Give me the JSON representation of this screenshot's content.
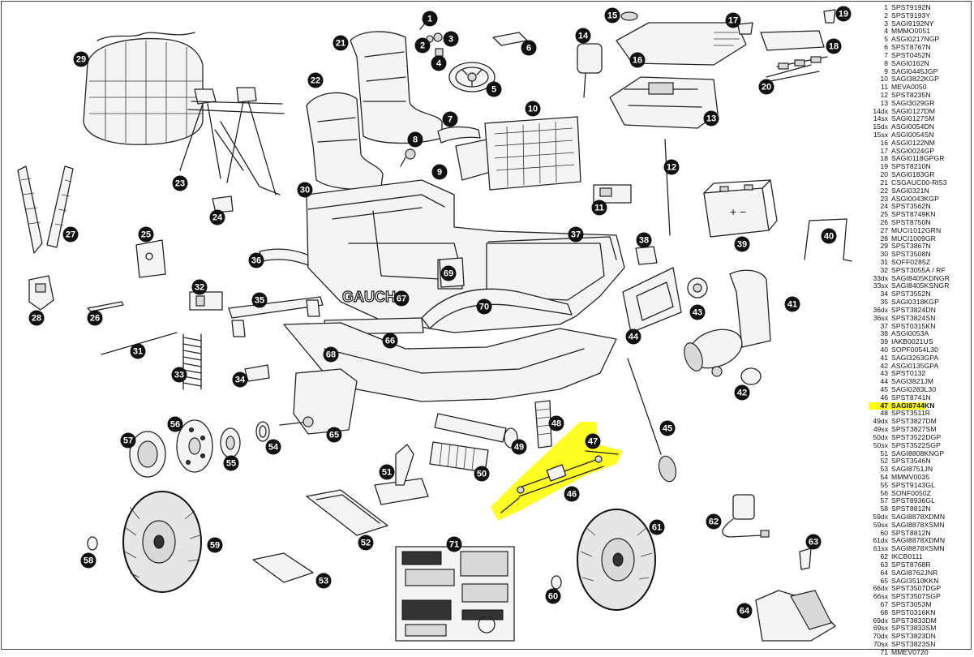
{
  "callouts": [
    "1",
    "2",
    "3",
    "4",
    "5",
    "6",
    "7",
    "8",
    "9",
    "10",
    "11",
    "12",
    "13",
    "14",
    "15",
    "16",
    "17",
    "18",
    "19",
    "20",
    "21",
    "22",
    "23",
    "24",
    "25",
    "26",
    "27",
    "28",
    "29",
    "30",
    "31",
    "32",
    "33",
    "34",
    "35",
    "36",
    "37",
    "38",
    "39",
    "40",
    "41",
    "42",
    "43",
    "44",
    "45",
    "46",
    "47",
    "48",
    "49",
    "50",
    "51",
    "52",
    "53",
    "54",
    "55",
    "56",
    "57",
    "58",
    "59",
    "60",
    "61",
    "62",
    "63",
    "64",
    "65",
    "66",
    "67",
    "68",
    "69",
    "70",
    "71"
  ],
  "highlight": {
    "item": "47",
    "color": "#ffff00"
  },
  "logo_text": "GAUCHO",
  "parts_list": [
    {
      "num": "1",
      "code": "SPST9192N"
    },
    {
      "num": "2",
      "code": "SPST9193Y"
    },
    {
      "num": "3",
      "code": "SAGI9192NY"
    },
    {
      "num": "4",
      "code": "MMMO0051"
    },
    {
      "num": "5",
      "code": "ASGI0217NGP"
    },
    {
      "num": "6",
      "code": "SPST8767N"
    },
    {
      "num": "7",
      "code": "SPST0452N"
    },
    {
      "num": "8",
      "code": "SAGI0162N"
    },
    {
      "num": "9",
      "code": "SAGI0445JGP"
    },
    {
      "num": "10",
      "code": "SAGI3822KGP"
    },
    {
      "num": "11",
      "code": "MEVA0050"
    },
    {
      "num": "12",
      "code": "SPST8235N"
    },
    {
      "num": "13",
      "code": "SAGI3029GR"
    },
    {
      "num": "14dx",
      "code": "SAGI0127DM"
    },
    {
      "num": "14sx",
      "code": "SAGI0127SM"
    },
    {
      "num": "15dx",
      "code": "ASGI0054DN"
    },
    {
      "num": "15sx",
      "code": "ASGI0054SN"
    },
    {
      "num": "16",
      "code": "ASGI0122NM"
    },
    {
      "num": "17",
      "code": "ASGI0024GP"
    },
    {
      "num": "18",
      "code": "SAGI0118GPGR"
    },
    {
      "num": "19",
      "code": "SPST8210N"
    },
    {
      "num": "20",
      "code": "SAGI0183GR"
    },
    {
      "num": "21",
      "code": "CSGAUC00-RI53"
    },
    {
      "num": "22",
      "code": "SAGI0321N"
    },
    {
      "num": "23",
      "code": "ASGI0043KGP"
    },
    {
      "num": "24",
      "code": "SPST3562N"
    },
    {
      "num": "25",
      "code": "SPST8749KN"
    },
    {
      "num": "26",
      "code": "SPST8750N"
    },
    {
      "num": "27",
      "code": "MUCI1012GRN"
    },
    {
      "num": "28",
      "code": "MUCI1009GR"
    },
    {
      "num": "29",
      "code": "SPST3867N"
    },
    {
      "num": "30",
      "code": "SPST3508N"
    },
    {
      "num": "31",
      "code": "SOFF0285Z"
    },
    {
      "num": "32",
      "code": "SPST3055A / RF"
    },
    {
      "num": "33dx",
      "code": "SAGI8405KDNGR"
    },
    {
      "num": "33sx",
      "code": "SAGI8405KSNGR"
    },
    {
      "num": "34",
      "code": "SPST3552N"
    },
    {
      "num": "35",
      "code": "SAGI0318KGP"
    },
    {
      "num": "36dx",
      "code": "SPST3824DN"
    },
    {
      "num": "36sx",
      "code": "SPST3824SN"
    },
    {
      "num": "37",
      "code": "SPST0315KN"
    },
    {
      "num": "38",
      "code": "ASGI0053A"
    },
    {
      "num": "39",
      "code": "IAKB0021US"
    },
    {
      "num": "40",
      "code": "SOPF0054L30"
    },
    {
      "num": "41",
      "code": "SAGI3263GPA"
    },
    {
      "num": "42",
      "code": "ASGI0135GPA"
    },
    {
      "num": "43",
      "code": "SPST0132"
    },
    {
      "num": "44",
      "code": "SAGI3821JM"
    },
    {
      "num": "45",
      "code": "SAGI0283L30"
    },
    {
      "num": "46",
      "code": "SPST8741N"
    },
    {
      "num": "47",
      "code": "SAGI8744KN"
    },
    {
      "num": "48",
      "code": "SPST3511R"
    },
    {
      "num": "49dx",
      "code": "SPST3827DM"
    },
    {
      "num": "49sx",
      "code": "SPST3827SM"
    },
    {
      "num": "50dx",
      "code": "SPST3522DGP"
    },
    {
      "num": "50sx",
      "code": "SPST3522SGP"
    },
    {
      "num": "51",
      "code": "SAGI8808KNGP"
    },
    {
      "num": "52",
      "code": "SPST3546N"
    },
    {
      "num": "53",
      "code": "SAGI8751JN"
    },
    {
      "num": "54",
      "code": "MMMV0035"
    },
    {
      "num": "55",
      "code": "SPST9143GL"
    },
    {
      "num": "56",
      "code": "SONF0050Z"
    },
    {
      "num": "57",
      "code": "SPST8936GL"
    },
    {
      "num": "58",
      "code": "SPST8812N"
    },
    {
      "num": "59dx",
      "code": "SAGI8878XDMN"
    },
    {
      "num": "59sx",
      "code": "SAGI8878XSMN"
    },
    {
      "num": "60",
      "code": "SPST8812N"
    },
    {
      "num": "61dx",
      "code": "SAGI8878XDMN"
    },
    {
      "num": "61sx",
      "code": "SAGI8878XSMN"
    },
    {
      "num": "62",
      "code": "IKCB0111"
    },
    {
      "num": "63",
      "code": "SPST8768R"
    },
    {
      "num": "64",
      "code": "SAGI8762JNR"
    },
    {
      "num": "65",
      "code": "SAGI3510KKN"
    },
    {
      "num": "66dx",
      "code": "SPST3507DGP"
    },
    {
      "num": "66sx",
      "code": "SPST3507SGP"
    },
    {
      "num": "67",
      "code": "SPST3053M"
    },
    {
      "num": "68",
      "code": "SPST0316KN"
    },
    {
      "num": "69dx",
      "code": "SPST3833DM"
    },
    {
      "num": "69sx",
      "code": "SPST3833SM"
    },
    {
      "num": "70dx",
      "code": "SPST3823DN"
    },
    {
      "num": "70sx",
      "code": "SPST3823SN"
    },
    {
      "num": "71",
      "code": "MMEV0720"
    }
  ]
}
